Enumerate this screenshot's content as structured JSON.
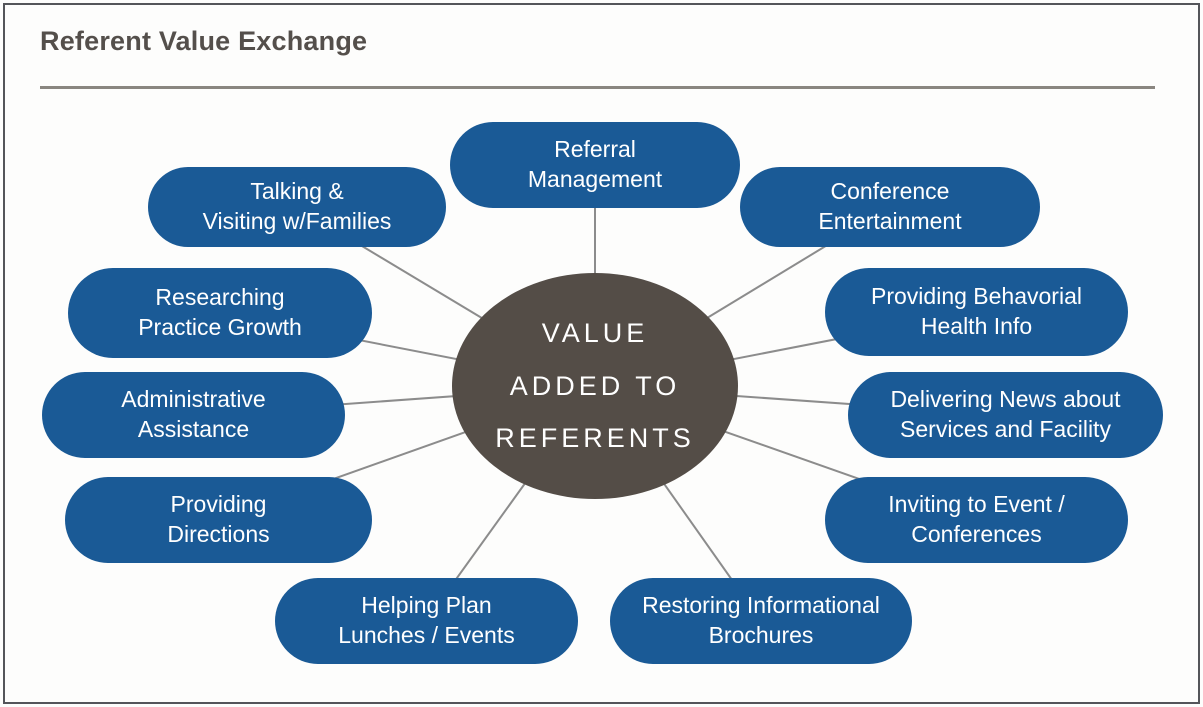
{
  "title": "Referent Value Exchange",
  "center": {
    "line1": "VALUE",
    "line2": "ADDED TO",
    "line3": "REFERENTS"
  },
  "nodes": [
    {
      "id": "referral-management",
      "line1": "Referral",
      "line2": "Management"
    },
    {
      "id": "talking-visiting-families",
      "line1": "Talking &",
      "line2": "Visiting w/Families"
    },
    {
      "id": "conference-entertainment",
      "line1": "Conference",
      "line2": "Entertainment"
    },
    {
      "id": "researching-practice-growth",
      "line1": "Researching",
      "line2": "Practice Growth"
    },
    {
      "id": "providing-behavorial-health-info",
      "line1": "Providing Behavorial",
      "line2": "Health Info"
    },
    {
      "id": "administrative-assistance",
      "line1": "Administrative",
      "line2": "Assistance"
    },
    {
      "id": "delivering-news-services-facility",
      "line1": "Delivering News about",
      "line2": "Services and Facility"
    },
    {
      "id": "providing-directions",
      "line1": "Providing",
      "line2": "Directions"
    },
    {
      "id": "inviting-to-event-conferences",
      "line1": "Inviting to Event /",
      "line2": "Conferences"
    },
    {
      "id": "helping-plan-lunches-events",
      "line1": "Helping Plan",
      "line2": "Lunches / Events"
    },
    {
      "id": "restoring-informational-brochures",
      "line1": "Restoring Informational",
      "line2": "Brochures"
    }
  ],
  "colors": {
    "node_fill": "#1A5A96",
    "node_text": "#FFFFFF",
    "center_fill": "#544D47",
    "center_text": "#FFFFFF",
    "connector": "#8C8C8C",
    "title_text": "#544F4B",
    "rule": "#8A8680",
    "frame_border": "#54555A"
  }
}
